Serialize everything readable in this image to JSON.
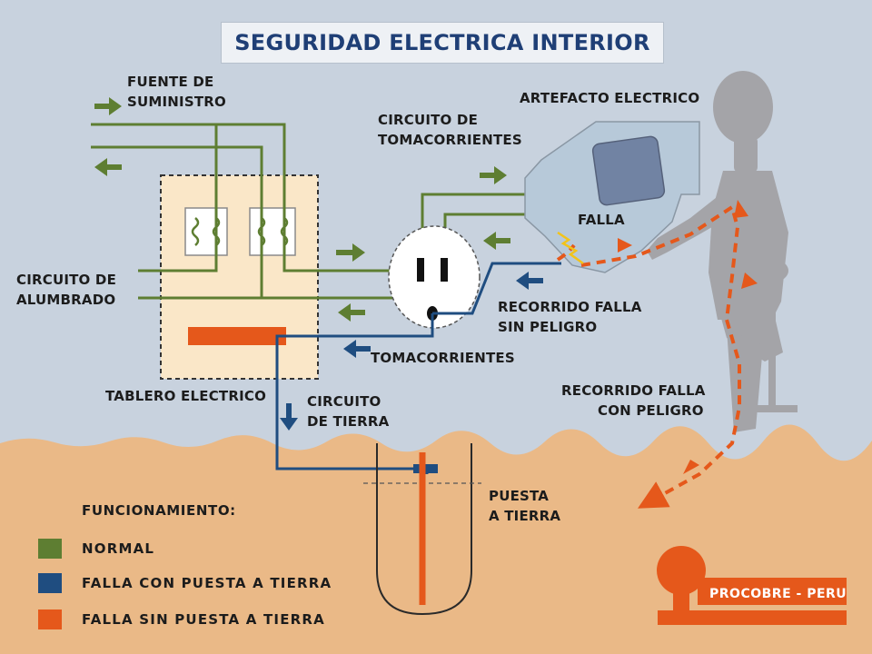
{
  "title": "SEGURIDAD ELECTRICA INTERIOR",
  "labels": {
    "fuente": [
      "FUENTE DE",
      "SUMINISTRO"
    ],
    "circuito_tomacorrientes": [
      "CIRCUITO  DE",
      "TOMACORRIENTES"
    ],
    "artefacto": "ARTEFACTO ELECTRICO",
    "falla": "FALLA",
    "circuito_alumbrado": [
      "CIRCUITO DE",
      "ALUMBRADO"
    ],
    "recorrido_sin_peligro": [
      "RECORRIDO FALLA",
      "SIN PELIGRO"
    ],
    "tomacorrientes": "TOMACORRIENTES",
    "tablero": "TABLERO ELECTRICO",
    "circuito_tierra": [
      "CIRCUITO",
      "DE TIERRA"
    ],
    "recorrido_con_peligro": [
      "RECORRIDO FALLA",
      "CON PELIGRO"
    ],
    "puesta_tierra": [
      "PUESTA",
      "A TIERRA"
    ]
  },
  "legend": {
    "title": "FUNCIONAMIENTO:",
    "items": [
      {
        "label": "NORMAL",
        "color": "#5e7e32"
      },
      {
        "label": "FALLA CON PUESTA  A TIERRA",
        "color": "#1f4d80"
      },
      {
        "label": "FALLA SIN PUESTA  A TIERRA",
        "color": "#e5581b"
      }
    ]
  },
  "logo": {
    "text": "PROCOBRE - PERU",
    "color": "#e5581b"
  },
  "colors": {
    "sky": "#c8d2de",
    "ground": "#eab987",
    "normal": "#5e7e32",
    "ground_fault": "#1f4d80",
    "danger": "#e5581b",
    "person": "#a4a4a8",
    "panel": "#fae7c8"
  }
}
